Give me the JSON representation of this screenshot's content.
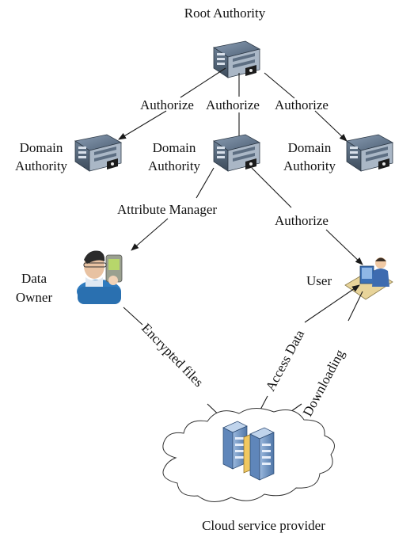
{
  "nodes": {
    "root_authority": "Root Authority",
    "domain_authority_left": [
      "Domain",
      "Authority"
    ],
    "domain_authority_center": [
      "Domain",
      "Authority"
    ],
    "domain_authority_right": [
      "Domain",
      "Authority"
    ],
    "data_owner": [
      "Data",
      "Owner"
    ],
    "user": "User",
    "cloud": "Cloud service provider"
  },
  "edges": {
    "authorize_left": "Authorize",
    "authorize_center": "Authorize",
    "authorize_right": "Authorize",
    "attribute_manager": "Attribute Manager",
    "authorize_user": "Authorize",
    "encrypted_files": "Encrypted files",
    "access_data": "Access Data",
    "downloading": "Downloading"
  },
  "colors": {
    "server_body": "#5c6f84",
    "server_front": "#a9b6c4",
    "cloud_servers": "#6f93c4",
    "cloud_outline": "#333333"
  },
  "icons": {
    "server": "server-icon",
    "person": "person-icon",
    "user_workstation": "user-workstation-icon",
    "cloud": "cloud-icon"
  }
}
